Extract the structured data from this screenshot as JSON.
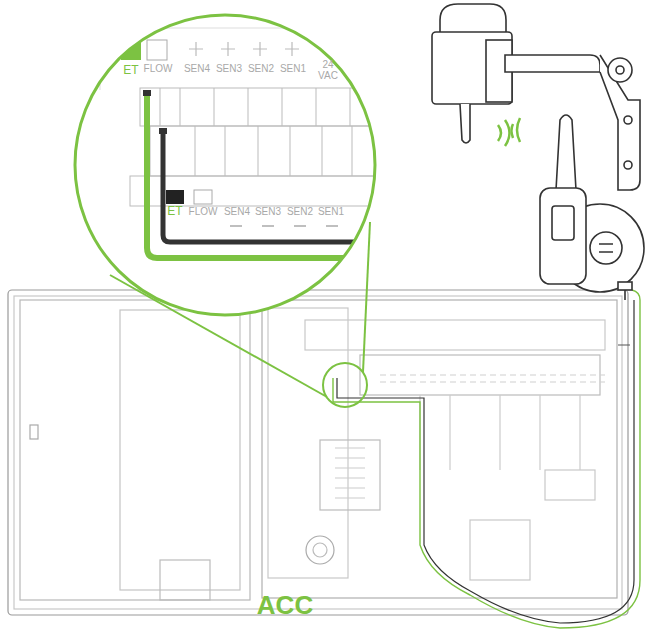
{
  "diagram": {
    "labels": [
      "ET",
      "FLOW",
      "SEN4",
      "SEN3",
      "SEN2",
      "SEN1",
      "24 VAC",
      "ET",
      "FLOW",
      "SEN4",
      "SEN3",
      "SEN2",
      "SEN1",
      "ACC"
    ]
  }
}
